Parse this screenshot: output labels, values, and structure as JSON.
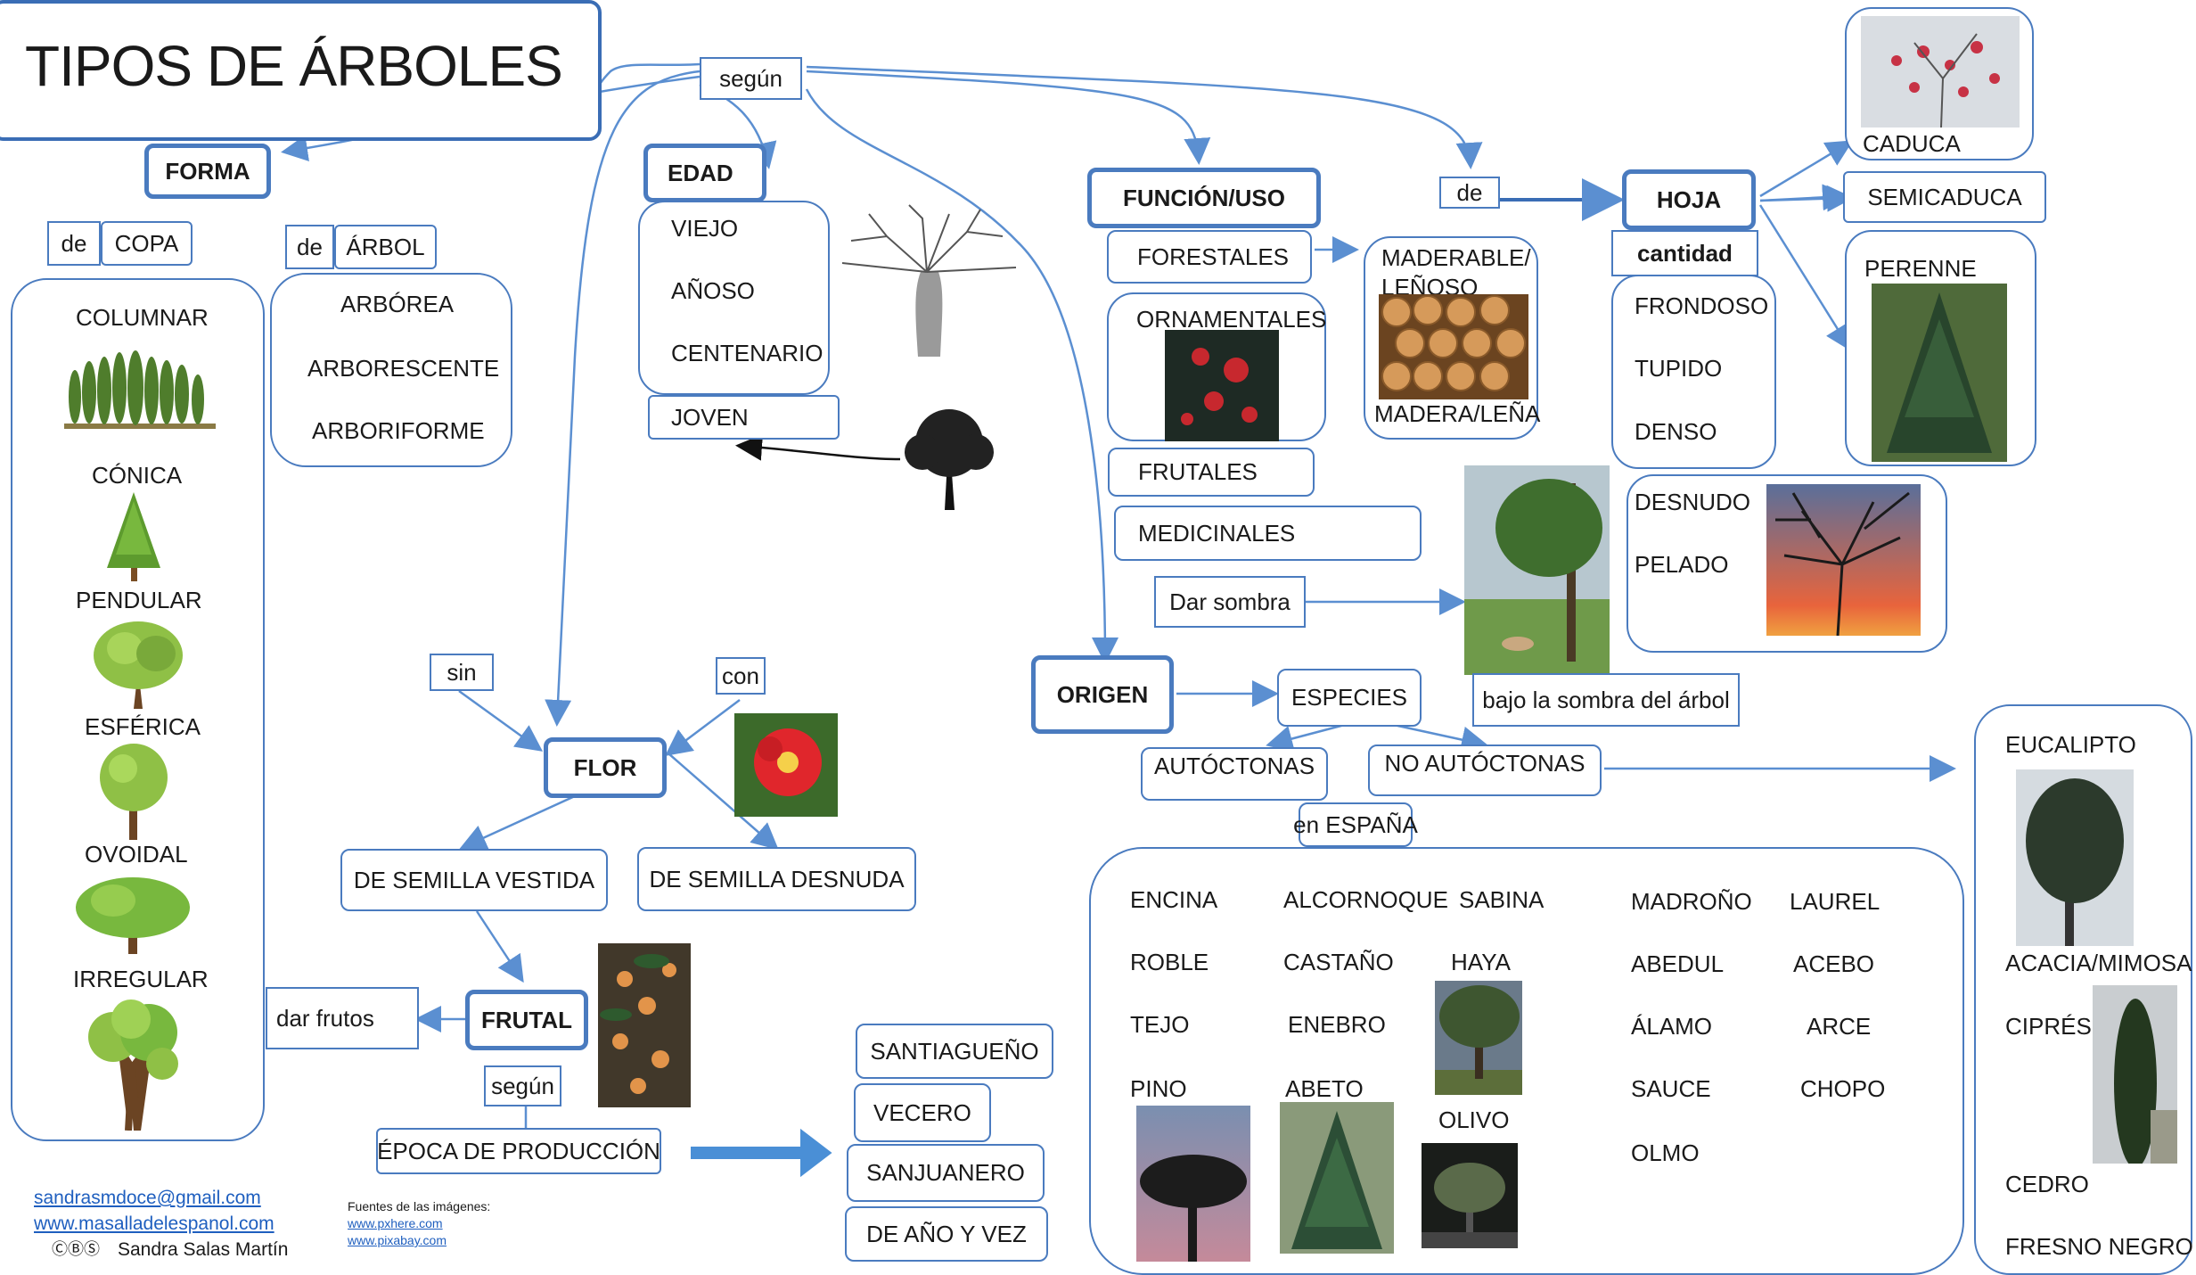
{
  "title": "TIPOS DE ÁRBOLES",
  "connectors": {
    "segun_top": "según",
    "de_copa": "de",
    "de_arbol": "de",
    "de_hoja": "de",
    "sin": "sin",
    "con": "con",
    "segun_frutal": "según"
  },
  "forma": {
    "label": "FORMA",
    "copa": {
      "label": "COPA",
      "items": [
        "COLUMNAR",
        "CÓNICA",
        "PENDULAR",
        "ESFÉRICA",
        "OVOIDAL",
        "IRREGULAR"
      ]
    },
    "arbol": {
      "label": "ÁRBOL",
      "items": [
        "ARBÓREA",
        "ARBORESCENTE",
        "ARBORIFORME"
      ]
    }
  },
  "edad": {
    "label": "EDAD",
    "items": [
      "VIEJO",
      "AÑOSO",
      "CENTENARIO"
    ],
    "joven": "JOVEN"
  },
  "flor": {
    "label": "FLOR",
    "vestida": "DE SEMILLA VESTIDA",
    "desnuda": "DE SEMILLA DESNUDA"
  },
  "frutal": {
    "label": "FRUTAL",
    "dar_frutos": "dar frutos",
    "epoca": "ÉPOCA DE PRODUCCIÓN",
    "items": [
      "SANTIAGUEÑO",
      "VECERO",
      "SANJUANERO",
      "DE AÑO Y VEZ"
    ]
  },
  "funcion": {
    "label": "FUNCIÓN/USO",
    "forestales": "FORESTALES",
    "maderable": "MADERABLE/ LEÑOSO",
    "madera": "MADERA/LEÑA",
    "ornamentales": "ORNAMENTALES",
    "frutales": "FRUTALES",
    "medicinales": "MEDICINALES",
    "sombra": "Dar sombra",
    "sombra_caption": "bajo la sombra del árbol"
  },
  "hoja": {
    "label": "HOJA",
    "cantidad": "cantidad",
    "cantidad_items": [
      "FRONDOSO",
      "TUPIDO",
      "DENSO"
    ],
    "desnudo_items": [
      "DESNUDO",
      "PELADO"
    ],
    "caduca": "CADUCA",
    "semicaduca": "SEMICADUCA",
    "perenne": "PERENNE"
  },
  "origen": {
    "label": "ORIGEN",
    "especies": "ESPECIES",
    "autoctonas": "AUTÓCTONAS",
    "no_autoctonas": "NO AUTÓCTONAS",
    "en_espana": "en ESPAÑA",
    "species": [
      "ENCINA",
      "ALCORNOQUE",
      "SABINA",
      "MADROÑO",
      "LAUREL",
      "ROBLE",
      "CASTAÑO",
      "HAYA",
      "ABEDUL",
      "ACEBO",
      "TEJO",
      "ENEBRO",
      "ÁLAMO",
      "ARCE",
      "PINO",
      "ABETO",
      "SAUCE",
      "CHOPO",
      "OLIVO",
      "OLMO"
    ],
    "no_autoctonas_items": [
      "EUCALIPTO",
      "ACACIA/MIMOSA",
      "CIPRÉS",
      "CEDRO",
      "FRESNO NEGRO"
    ]
  },
  "footer": {
    "email": "sandrasmdoce@gmail.com",
    "site": "www.masalladelespanol.com",
    "cc": "ⒸⒷⓈ",
    "author": "Sandra Salas Martín",
    "sources_label": "Fuentes de las imágenes:",
    "source1": "www.pxhere.com",
    "source2": "www.pixabay.com"
  },
  "colors": {
    "line": "#5b8fd1",
    "border": "#4a7bbf",
    "title_border": "#3a6db5"
  }
}
